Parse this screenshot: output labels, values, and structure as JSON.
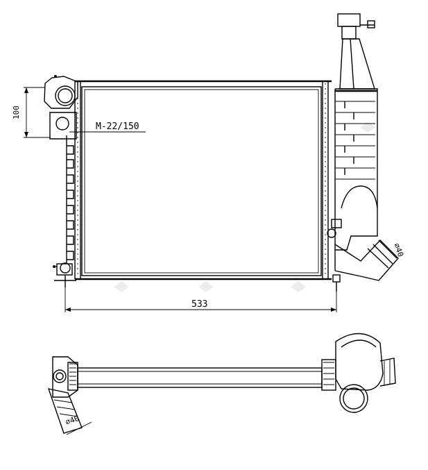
{
  "diagram": {
    "dimensions": {
      "height_label": "100",
      "width_label": "533",
      "thread_label": "M-22/150",
      "outlet_diameter_label": "⌀40",
      "inlet_diameter_label": "⌀40"
    },
    "colors": {
      "line": "#000000",
      "background": "#ffffff",
      "watermark": "#ececec"
    }
  }
}
